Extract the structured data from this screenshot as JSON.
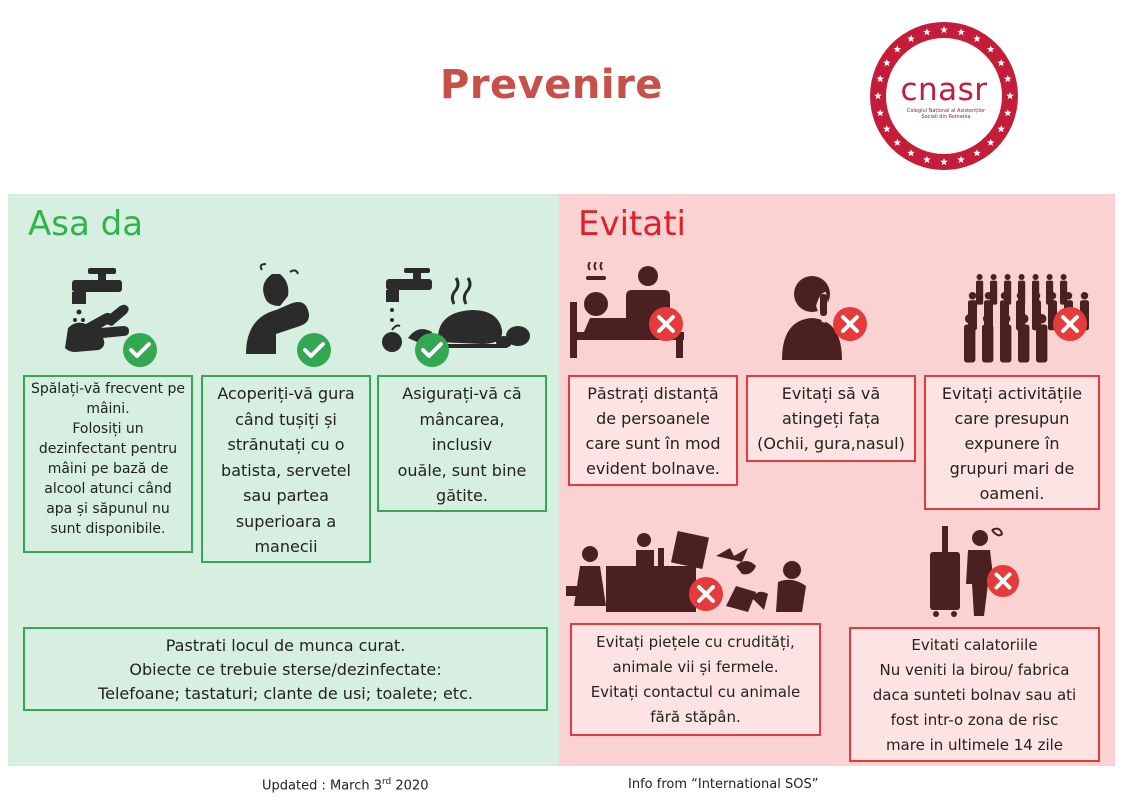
{
  "title": "Prevenire",
  "logo": {
    "text": "cnasr",
    "subtext": "Colegiul Național al Asistenților Sociali din Romania",
    "color": "#c51c3a"
  },
  "left": {
    "heading": "Asa da",
    "color": "#2fb44a",
    "items": [
      {
        "icon": "washing-hands-icon",
        "lines": [
          "Spălați-vă frecvent pe",
          "mâini.",
          "Folosiți un",
          "dezinfectant pentru",
          "mâini pe bază de",
          "alcool atunci când",
          "apa și săpunul nu",
          "sunt disponibile."
        ]
      },
      {
        "icon": "cough-into-elbow-icon",
        "lines": [
          "Acoperiți-vă  gura",
          "când tușiți și",
          "strănutați cu o",
          "batista, servetel",
          "sau partea",
          "superioara a",
          "manecii"
        ]
      },
      {
        "icon": "cooked-food-icon",
        "lines": [
          "Asigurați-vă că",
          "mâncarea,",
          "inclusiv",
          "ouăle, sunt bine",
          "gătite."
        ]
      }
    ],
    "workplace": [
      "Pastrati locul de munca curat.",
      "Obiecte ce trebuie sterse/dezinfectate:",
      "Telefoane; tastaturi; clante de usi; toalete; etc."
    ]
  },
  "right": {
    "heading": "Evitati",
    "color": "#e0202a",
    "items": [
      {
        "icon": "sick-person-icon",
        "lines": [
          "Păstrați distanță",
          "de persoanele",
          "care sunt în mod",
          "evident  bolnave."
        ]
      },
      {
        "icon": "touch-face-icon",
        "lines": [
          "Evitați să vă",
          "atingeți fața",
          "(Ochii,  gura,nasul)"
        ]
      },
      {
        "icon": "crowd-icon",
        "lines": [
          "Evitați activitățile",
          "care presupun",
          "expunere în",
          "grupuri mari de",
          "oameni."
        ]
      },
      {
        "icon": "animal-market-icon",
        "lines": [
          "Evitați piețele cu crudități,",
          "animale vii și fermele.",
          "Evitați contactul  cu animale",
          "fără stăpân."
        ]
      },
      {
        "icon": "travel-luggage-icon",
        "lines": [
          "Evitati calatoriile",
          "Nu veniti la birou/  fabrica",
          "daca sunteti bolnav  sau ati",
          "fost intr-o zona de risc",
          "mare in ultimele  14 zile"
        ]
      }
    ]
  },
  "footer": {
    "updated_prefix": "Updated : March 3",
    "updated_sup": "rd",
    "updated_suffix": " 2020",
    "source": "Info from “International SOS”"
  }
}
